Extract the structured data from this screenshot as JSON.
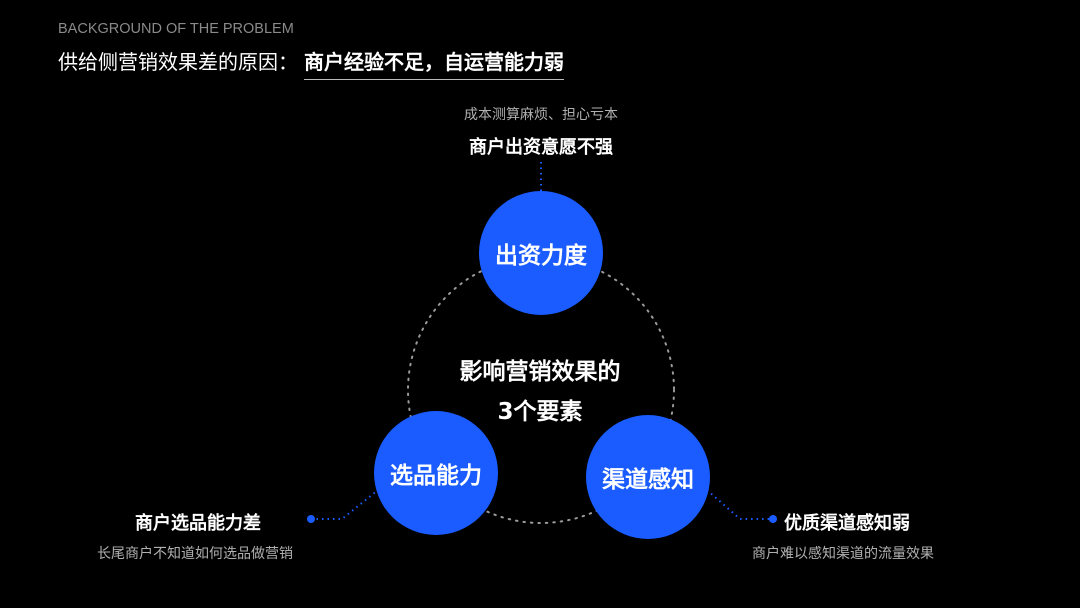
{
  "eyebrow": "BACKGROUND OF THE PROBLEM",
  "title": {
    "prefix": "供给侧营销效果差的原因：",
    "emphasis": "商户经验不足，自运营能力弱"
  },
  "center": {
    "line1": "影响营销效果的",
    "line2": "3个要素"
  },
  "factors": [
    {
      "name": "出资力度",
      "label": "商户出资意愿不强",
      "note": "成本测算麻烦、担心亏本"
    },
    {
      "name": "选品能力",
      "label": "商户选品能力差",
      "note": "长尾商户不知道如何选品做营销"
    },
    {
      "name": "渠道感知",
      "label": "优质渠道感知弱",
      "note": "商户难以感知渠道的流量效果"
    }
  ],
  "colors": {
    "accent": "#1a5cff",
    "background": "#000000"
  }
}
